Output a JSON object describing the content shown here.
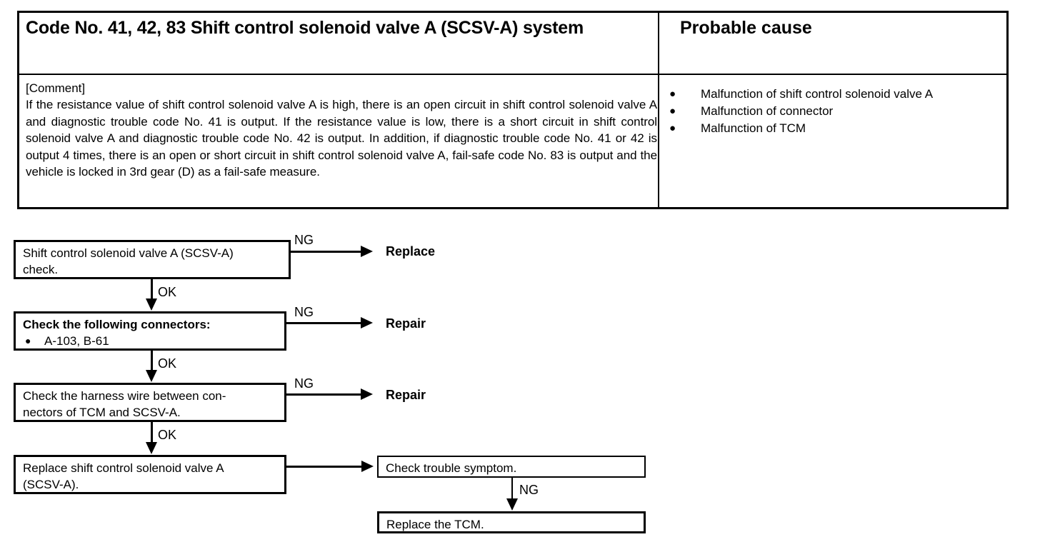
{
  "table": {
    "title": "Code No. 41, 42, 83 Shift control solenoid valve A (SCSV-A) system",
    "probable_cause_heading": "Probable cause",
    "comment_label": "[Comment]",
    "comment_body": "If the resistance value of shift control solenoid valve A is high, there is an open circuit in shift control solenoid valve A and diagnostic trouble code No. 41 is output.  If the resistance value is low, there is a short circuit in shift control solenoid valve A and diagnostic trouble code No. 42 is output.  In addition, if diagnostic trouble code No. 41 or 42 is output 4 times, there is an open or short circuit in shift control solenoid valve A, fail-safe code No. 83 is output and the vehicle is locked in 3rd gear (D) as a fail-safe measure.",
    "causes": [
      "Malfunction of shift control solenoid valve A",
      "Malfunction of connector",
      "Malfunction of TCM"
    ],
    "bullet_glyph": "●"
  },
  "flowchart": {
    "bullet_glyph": "●",
    "step1": {
      "line1": "Shift control solenoid valve A (SCSV-A)",
      "line2": "check.",
      "branch_label": "NG",
      "branch_result": "Replace",
      "next_label": "OK"
    },
    "step2": {
      "title": "Check the following connectors:",
      "connectors": "A-103, B-61",
      "branch_label": "NG",
      "branch_result": "Repair",
      "next_label": "OK"
    },
    "step3": {
      "line1": "Check the harness wire between con-",
      "line2": "nectors of TCM and SCSV-A.",
      "branch_label": "NG",
      "branch_result": "Repair",
      "next_label": "OK"
    },
    "step4": {
      "line1": "Replace shift control solenoid valve A",
      "line2": "(SCSV-A)."
    },
    "step5": {
      "line1": "Check  trouble symptom.",
      "branch_label": "NG"
    },
    "step6": {
      "line1": "Replace the TCM."
    }
  }
}
